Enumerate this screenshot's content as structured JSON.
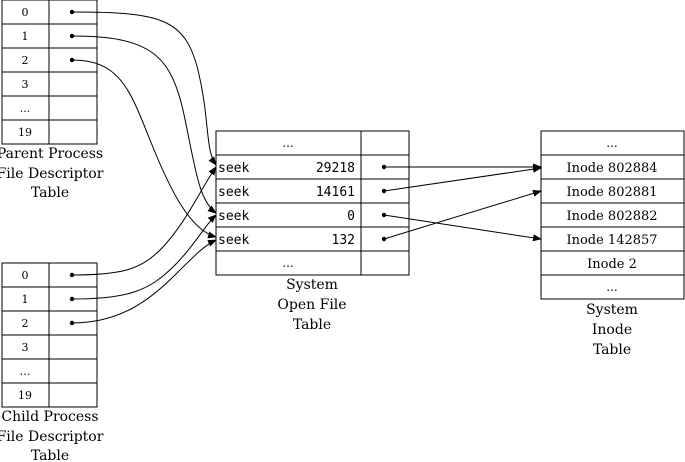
{
  "parent_fd_table": {
    "rows": [
      "0",
      "1",
      "2",
      "3",
      "...",
      "19"
    ],
    "caption": [
      "Parent Process",
      "File Descriptor",
      "Table"
    ]
  },
  "child_fd_table": {
    "rows": [
      "0",
      "1",
      "2",
      "3",
      "...",
      "19"
    ],
    "caption": [
      "Child Process",
      "File Descriptor",
      "Table"
    ]
  },
  "open_file_table": {
    "top": "...",
    "rows": [
      {
        "label": "seek",
        "offset": "29218"
      },
      {
        "label": "seek",
        "offset": "14161"
      },
      {
        "label": "seek",
        "offset": "0"
      },
      {
        "label": "seek",
        "offset": "132"
      }
    ],
    "bottom": "...",
    "caption": [
      "System",
      "Open File",
      "Table"
    ]
  },
  "inode_table": {
    "top": "...",
    "rows": [
      "Inode 802884",
      "Inode 802881",
      "Inode 802882",
      "Inode 142857",
      "Inode 2"
    ],
    "bottom": "...",
    "caption": [
      "System",
      "Inode",
      "Table"
    ]
  },
  "links": {
    "fd_to_open_file": [
      {
        "from": "parent",
        "fd": 0,
        "to": 0
      },
      {
        "from": "parent",
        "fd": 1,
        "to": 2
      },
      {
        "from": "parent",
        "fd": 2,
        "to": 3
      },
      {
        "from": "child",
        "fd": 0,
        "to": 0
      },
      {
        "from": "child",
        "fd": 1,
        "to": 2
      },
      {
        "from": "child",
        "fd": 2,
        "to": 3
      }
    ],
    "open_file_to_inode": [
      {
        "from": 0,
        "to": 0
      },
      {
        "from": 1,
        "to": 0
      },
      {
        "from": 2,
        "to": 3
      },
      {
        "from": 3,
        "to": 1
      }
    ]
  }
}
